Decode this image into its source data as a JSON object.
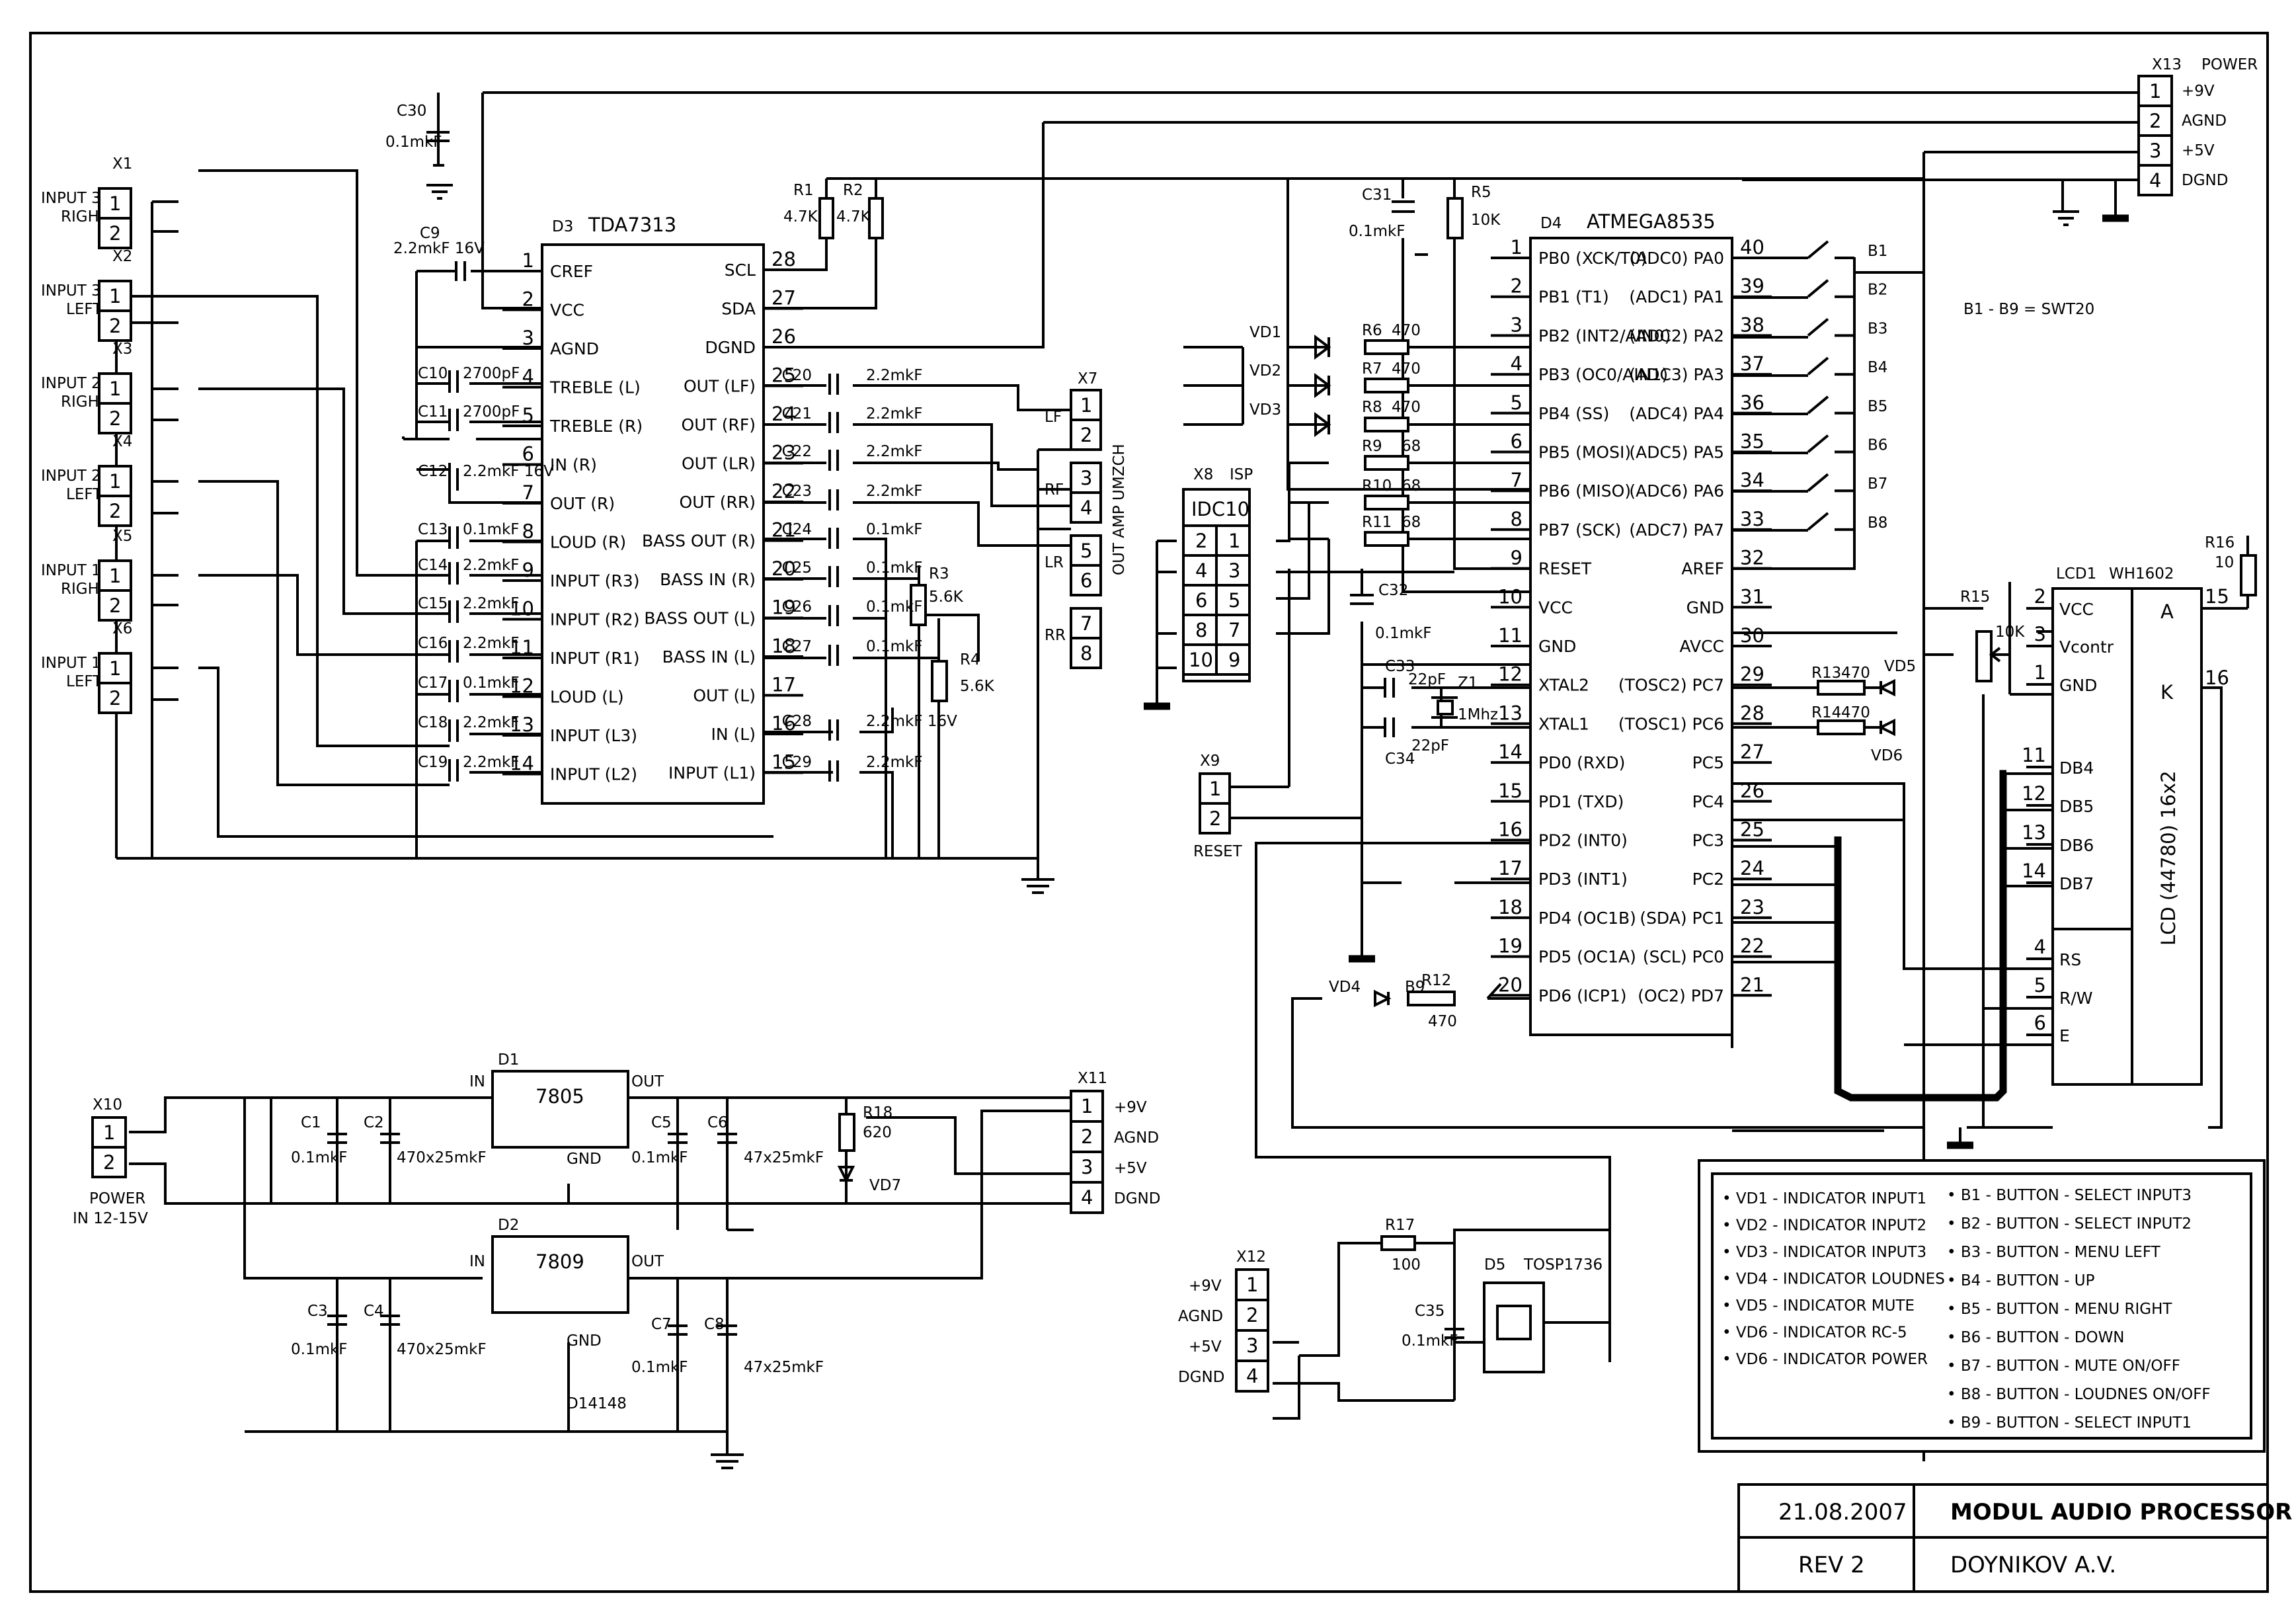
{
  "title_block": {
    "date": "21.08.2007",
    "title": "MODUL AUDIO PROCESSOR",
    "revision": "REV 2",
    "author": "DOYNIKOV A.V."
  },
  "d3": {
    "ref": "D3",
    "name": "TDA7313",
    "left_pins": [
      {
        "n": "1",
        "name": "CREF"
      },
      {
        "n": "2",
        "name": "VCC"
      },
      {
        "n": "3",
        "name": "AGND"
      },
      {
        "n": "4",
        "name": "TREBLE (L)"
      },
      {
        "n": "5",
        "name": "TREBLE (R)"
      },
      {
        "n": "6",
        "name": "IN (R)"
      },
      {
        "n": "7",
        "name": "OUT (R)"
      },
      {
        "n": "8",
        "name": "LOUD (R)"
      },
      {
        "n": "9",
        "name": "INPUT (R3)"
      },
      {
        "n": "10",
        "name": "INPUT (R2)"
      },
      {
        "n": "11",
        "name": "INPUT (R1)"
      },
      {
        "n": "12",
        "name": "LOUD (L)"
      },
      {
        "n": "13",
        "name": "INPUT (L3)"
      },
      {
        "n": "14",
        "name": "INPUT (L2)"
      }
    ],
    "right_pins": [
      {
        "n": "28",
        "name": "SCL"
      },
      {
        "n": "27",
        "name": "SDA"
      },
      {
        "n": "26",
        "name": "DGND"
      },
      {
        "n": "25",
        "name": "OUT (LF)"
      },
      {
        "n": "24",
        "name": "OUT (RF)"
      },
      {
        "n": "23",
        "name": "OUT (LR)"
      },
      {
        "n": "22",
        "name": "OUT (RR)"
      },
      {
        "n": "21",
        "name": "BASS OUT (R)"
      },
      {
        "n": "20",
        "name": "BASS IN (R)"
      },
      {
        "n": "19",
        "name": "BASS OUT (L)"
      },
      {
        "n": "18",
        "name": "BASS IN (L)"
      },
      {
        "n": "17",
        "name": "OUT (L)"
      },
      {
        "n": "16",
        "name": "IN (L)"
      },
      {
        "n": "15",
        "name": "INPUT (L1)"
      }
    ]
  },
  "d4": {
    "ref": "D4",
    "name": "ATMEGA8535",
    "left_pins": [
      {
        "n": "1",
        "name": "PB0 (XCK/T0)"
      },
      {
        "n": "2",
        "name": "PB1 (T1)"
      },
      {
        "n": "3",
        "name": "PB2 (INT2/AIN0)"
      },
      {
        "n": "4",
        "name": "PB3 (OC0/AIN1)"
      },
      {
        "n": "5",
        "name": "PB4 (SS)"
      },
      {
        "n": "6",
        "name": "PB5 (MOSI)"
      },
      {
        "n": "7",
        "name": "PB6 (MISO)"
      },
      {
        "n": "8",
        "name": "PB7 (SCK)"
      },
      {
        "n": "9",
        "name": "RESET"
      },
      {
        "n": "10",
        "name": "VCC"
      },
      {
        "n": "11",
        "name": "GND"
      },
      {
        "n": "12",
        "name": "XTAL2"
      },
      {
        "n": "13",
        "name": "XTAL1"
      },
      {
        "n": "14",
        "name": "PD0 (RXD)"
      },
      {
        "n": "15",
        "name": "PD1 (TXD)"
      },
      {
        "n": "16",
        "name": "PD2 (INT0)"
      },
      {
        "n": "17",
        "name": "PD3 (INT1)"
      },
      {
        "n": "18",
        "name": "PD4 (OC1B)"
      },
      {
        "n": "19",
        "name": "PD5 (OC1A)"
      },
      {
        "n": "20",
        "name": "PD6 (ICP1)"
      }
    ],
    "right_pins": [
      {
        "n": "40",
        "name": "(ADC0) PA0"
      },
      {
        "n": "39",
        "name": "(ADC1) PA1"
      },
      {
        "n": "38",
        "name": "(ADC2) PA2"
      },
      {
        "n": "37",
        "name": "(ADC3) PA3"
      },
      {
        "n": "36",
        "name": "(ADC4) PA4"
      },
      {
        "n": "35",
        "name": "(ADC5) PA5"
      },
      {
        "n": "34",
        "name": "(ADC6) PA6"
      },
      {
        "n": "33",
        "name": "(ADC7) PA7"
      },
      {
        "n": "32",
        "name": "AREF"
      },
      {
        "n": "31",
        "name": "GND"
      },
      {
        "n": "30",
        "name": "AVCC"
      },
      {
        "n": "29",
        "name": "(TOSC2) PC7"
      },
      {
        "n": "28",
        "name": "(TOSC1) PC6"
      },
      {
        "n": "27",
        "name": "PC5"
      },
      {
        "n": "26",
        "name": "PC4"
      },
      {
        "n": "25",
        "name": "PC3"
      },
      {
        "n": "24",
        "name": "PC2"
      },
      {
        "n": "23",
        "name": "(SDA) PC1"
      },
      {
        "n": "22",
        "name": "(SCL) PC0"
      },
      {
        "n": "21",
        "name": "(OC2) PD7"
      }
    ]
  },
  "lcd": {
    "ref": "LCD1",
    "model": "WH1602",
    "body": "LCD (44780) 16x2",
    "pins": [
      {
        "n": "2",
        "name": "VCC"
      },
      {
        "n": "3",
        "name": "Vcontr"
      },
      {
        "n": "1",
        "name": "GND"
      },
      {
        "n": "11",
        "name": "DB4"
      },
      {
        "n": "12",
        "name": "DB5"
      },
      {
        "n": "13",
        "name": "DB6"
      },
      {
        "n": "14",
        "name": "DB7"
      },
      {
        "n": "4",
        "name": "RS"
      },
      {
        "n": "5",
        "name": "R/W"
      },
      {
        "n": "6",
        "name": "E"
      }
    ],
    "a_pin": "A",
    "k_pin": "K",
    "a_num": "15",
    "k_num": "16"
  },
  "connectors": {
    "inputs": [
      {
        "ref": "X1",
        "label": "INPUT 3\nRIGHT"
      },
      {
        "ref": "X2",
        "label": "INPUT 3\nLEFT"
      },
      {
        "ref": "X3",
        "label": "INPUT 2\nRIGHT"
      },
      {
        "ref": "X4",
        "label": "INPUT 2\nLEFT"
      },
      {
        "ref": "X5",
        "label": "INPUT 1\nRIGHT"
      },
      {
        "ref": "X6",
        "label": "INPUT 1\nLEFT"
      }
    ],
    "x13": {
      "ref": "X13",
      "title": "POWER",
      "pins": [
        "+9V",
        "AGND",
        "+5V",
        "DGND"
      ]
    },
    "x11": {
      "ref": "X11",
      "pins": [
        "+9V",
        "AGND",
        "+5V",
        "DGND"
      ]
    },
    "x12": {
      "ref": "X12",
      "pins": [
        "+9V",
        "AGND",
        "+5V",
        "DGND"
      ]
    },
    "x10": {
      "ref": "X10",
      "title": "POWER",
      "sub": "IN 12-15V"
    },
    "x9": {
      "ref": "X9",
      "title": "RESET"
    },
    "x8": {
      "ref": "X8",
      "title": "ISP",
      "body": "IDC10"
    },
    "x7": {
      "ref": "X7",
      "side": "OUT AMP UMZCH",
      "channels": [
        "LF",
        "RF",
        "LR",
        "RR"
      ]
    }
  },
  "caps_left": [
    {
      "ref": "C10",
      "val": "2700pF"
    },
    {
      "ref": "C11",
      "val": "2700pF"
    },
    {
      "ref": "C12",
      "val": "2.2mkF 16V"
    },
    {
      "ref": "C13",
      "val": "0.1mkF"
    },
    {
      "ref": "C14",
      "val": "2.2mkF"
    },
    {
      "ref": "C15",
      "val": "2.2mkF"
    },
    {
      "ref": "C16",
      "val": "2.2mkF"
    },
    {
      "ref": "C17",
      "val": "0.1mkF"
    },
    {
      "ref": "C18",
      "val": "2.2mkF"
    },
    {
      "ref": "C19",
      "val": "2.2mkF"
    }
  ],
  "caps_right": [
    {
      "ref": "C20",
      "val": "2.2mkF"
    },
    {
      "ref": "C21",
      "val": "2.2mkF"
    },
    {
      "ref": "C22",
      "val": "2.2mkF"
    },
    {
      "ref": "C23",
      "val": "2.2mkF"
    },
    {
      "ref": "C24",
      "val": "0.1mkF"
    },
    {
      "ref": "C25",
      "val": "0.1mkF"
    },
    {
      "ref": "C26",
      "val": "0.1mkF"
    },
    {
      "ref": "C27",
      "val": "0.1mkF"
    },
    {
      "ref": "C28",
      "val": "2.2mkF 16V"
    },
    {
      "ref": "C29",
      "val": "2.2mkF"
    }
  ],
  "parts": {
    "c30": {
      "ref": "C30",
      "val": "0.1mkF"
    },
    "c9": {
      "ref": "C9",
      "val": "2.2mkF 16V"
    },
    "r1": {
      "ref": "R1",
      "val": "4.7K"
    },
    "r2": {
      "ref": "R2",
      "val": "4.7K"
    },
    "r3": {
      "ref": "R3",
      "val": "5.6K"
    },
    "r4": {
      "ref": "R4",
      "val": "5.6K"
    },
    "c31": {
      "ref": "C31",
      "val": "0.1mkF"
    },
    "r5": {
      "ref": "R5",
      "val": "10K"
    },
    "c32": {
      "ref": "C32",
      "val": "0.1mkF"
    },
    "c33": {
      "ref": "C33",
      "val": "22pF"
    },
    "c34": {
      "ref": "C34",
      "val": "22pF"
    },
    "z1": {
      "ref": "Z1",
      "val": "1Mhz"
    },
    "r6": {
      "ref": "R6",
      "val": "470"
    },
    "r7": {
      "ref": "R7",
      "val": "470"
    },
    "r8": {
      "ref": "R8",
      "val": "470"
    },
    "r9": {
      "ref": "R9",
      "val": "68"
    },
    "r10": {
      "ref": "R10",
      "val": "68"
    },
    "r11": {
      "ref": "R11",
      "val": "68"
    },
    "vd1": "VD1",
    "vd2": "VD2",
    "vd3": "VD3",
    "vd4": "VD4",
    "vd5": "VD5",
    "vd6": "VD6",
    "vd7": "VD7",
    "r12": {
      "ref": "R12",
      "val": "470"
    },
    "r13": {
      "ref": "R13",
      "val": "470"
    },
    "r14": {
      "ref": "R14",
      "val": "470"
    },
    "r15": {
      "ref": "R15",
      "val": "10K"
    },
    "r16": {
      "ref": "R16",
      "val": "10"
    },
    "r17": {
      "ref": "R17",
      "val": "100"
    },
    "r18": {
      "ref": "R18",
      "val": "620"
    },
    "c35": {
      "ref": "C35",
      "val": "0.1mkF"
    },
    "d5": {
      "ref": "D5",
      "val": "TOSP1736"
    },
    "b9": "B9",
    "swt": "B1 - B9 = SWT20",
    "buttons": [
      "B1",
      "B2",
      "B3",
      "B4",
      "B5",
      "B6",
      "B7",
      "B8"
    ]
  },
  "power": {
    "d1": {
      "ref": "D1",
      "name": "7805",
      "in": "IN",
      "out": "OUT",
      "gnd": "GND"
    },
    "d2": {
      "ref": "D2",
      "name": "7809",
      "in": "IN",
      "out": "OUT",
      "gnd": "GND"
    },
    "diode": "D14148",
    "c1": {
      "ref": "C1",
      "val": "0.1mkF"
    },
    "c2": {
      "ref": "C2",
      "val": "470x25mkF"
    },
    "c3": {
      "ref": "C3",
      "val": "0.1mkF"
    },
    "c4": {
      "ref": "C4",
      "val": "470x25mkF"
    },
    "c5": {
      "ref": "C5",
      "val": "0.1mkF"
    },
    "c6": {
      "ref": "C6",
      "val": "47x25mkF"
    },
    "c7": {
      "ref": "C7",
      "val": "0.1mkF"
    },
    "c8": {
      "ref": "C8",
      "val": "47x25mkF"
    }
  },
  "legend": {
    "left": [
      "VD1 - INDICATOR INPUT1",
      "VD2 - INDICATOR INPUT2",
      "VD3 - INDICATOR INPUT3",
      "VD4 - INDICATOR LOUDNES",
      "VD5 - INDICATOR MUTE",
      "VD6 - INDICATOR RC-5",
      "VD6 - INDICATOR POWER"
    ],
    "right": [
      "B1 - BUTTON - SELECT INPUT3",
      "B2 - BUTTON - SELECT INPUT2",
      "B3 - BUTTON - MENU LEFT",
      "B4 - BUTTON - UP",
      "B5 - BUTTON - MENU RIGHT",
      "B6 - BUTTON - DOWN",
      "B7 - BUTTON - MUTE ON/OFF",
      "B8 - BUTTON - LOUDNES ON/OFF",
      "B9 - BUTTON - SELECT INPUT1"
    ]
  }
}
